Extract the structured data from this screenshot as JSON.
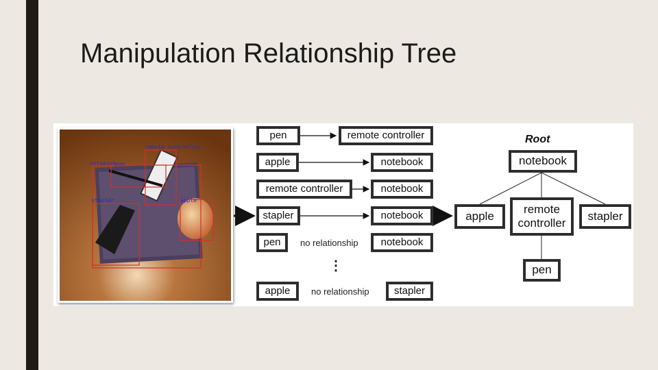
{
  "slide": {
    "title": "Manipulation Relationship Tree"
  },
  "photo": {
    "detections": [
      "remote controller",
      "notebook",
      "pen",
      "stapler",
      "apple"
    ]
  },
  "pairs": [
    {
      "left": "pen",
      "right": "remote controller",
      "relation": ""
    },
    {
      "left": "apple",
      "right": "notebook",
      "relation": ""
    },
    {
      "left": "remote controller",
      "right": "notebook",
      "relation": ""
    },
    {
      "left": "stapler",
      "right": "notebook",
      "relation": ""
    },
    {
      "left": "pen",
      "right": "notebook",
      "relation": "no relationship"
    },
    {
      "left": "apple",
      "right": "stapler",
      "relation": "no relationship"
    }
  ],
  "ellipsis": "⋮",
  "tree": {
    "root_label": "Root",
    "root": "notebook",
    "level1": [
      "apple",
      "remote controller",
      "stapler"
    ],
    "level2": [
      "pen"
    ]
  }
}
